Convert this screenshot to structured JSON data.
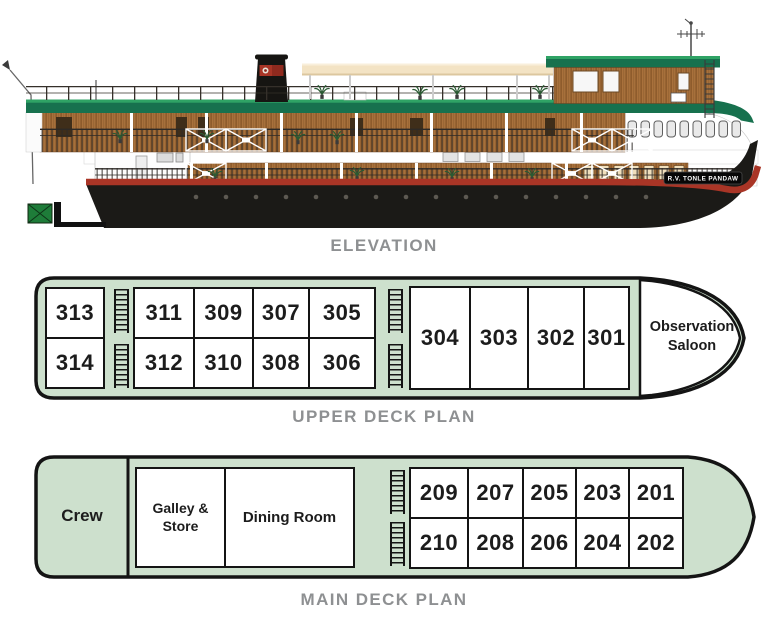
{
  "palette": {
    "deck_fill": "#cde0cd",
    "outline": "#141414",
    "label_gray": "#8e9092",
    "roof_dark": "#17714e",
    "roof_light": "#2fa365",
    "wood": "#a9713c",
    "wood_dark": "#7c4e22",
    "hull": "#1b1a17",
    "stripe_red": "#a93526",
    "canopy": "#f3e3c4",
    "rudder_green": "#1e7c39"
  },
  "elevation": {
    "label": "ELEVATION",
    "ship_name": "R.V. TONLE PANDAW"
  },
  "upper_deck": {
    "label": "UPPER DECK PLAN",
    "bow_room": "Observation Saloon",
    "stern_cabins": [
      "313",
      "314"
    ],
    "mid_top": [
      "311",
      "309",
      "307",
      "305"
    ],
    "mid_bottom": [
      "312",
      "310",
      "308",
      "306"
    ],
    "front": [
      "304",
      "303",
      "302",
      "301"
    ]
  },
  "main_deck": {
    "label": "MAIN DECK PLAN",
    "crew": "Crew",
    "galley": "Galley & Store",
    "dining": "Dining Room",
    "cabins_top": [
      "209",
      "207",
      "205",
      "203",
      "201"
    ],
    "cabins_bottom": [
      "210",
      "208",
      "206",
      "204",
      "202"
    ]
  }
}
